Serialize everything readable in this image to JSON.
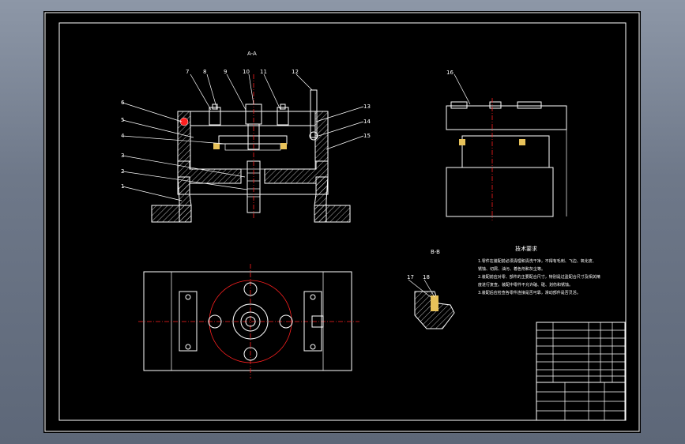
{
  "section_labels": {
    "a_a": "A-A",
    "b_b": "B-B"
  },
  "callouts": {
    "left": [
      "6",
      "5",
      "4",
      "3",
      "2",
      "1"
    ],
    "top": [
      "7",
      "8",
      "9",
      "10",
      "11",
      "12"
    ],
    "right": [
      "13",
      "14",
      "15"
    ],
    "side_view": "16",
    "detail": [
      "17",
      "18"
    ]
  },
  "tech_req": {
    "title": "技术要求",
    "lines": [
      "1.零件在装配前必须清理和清洗干净，不得有毛刺、飞边、氧化皮、",
      "锈蚀、切屑、油污、着色剂和灰尘等。",
      "2.装配前应对零、部件的主要配合尺寸，特别是过盈配合尺寸及相关精",
      "度进行复查。装配中零件不允许磕、碰、划伤和锈蚀。",
      "3.装配后应检查各零件连接是否可靠，滑动部件是否灵活。"
    ]
  },
  "colors": {
    "sheet": "#000000",
    "line": "#ffffff",
    "centerline": "#ff2020",
    "backdrop": "#6e7889"
  }
}
